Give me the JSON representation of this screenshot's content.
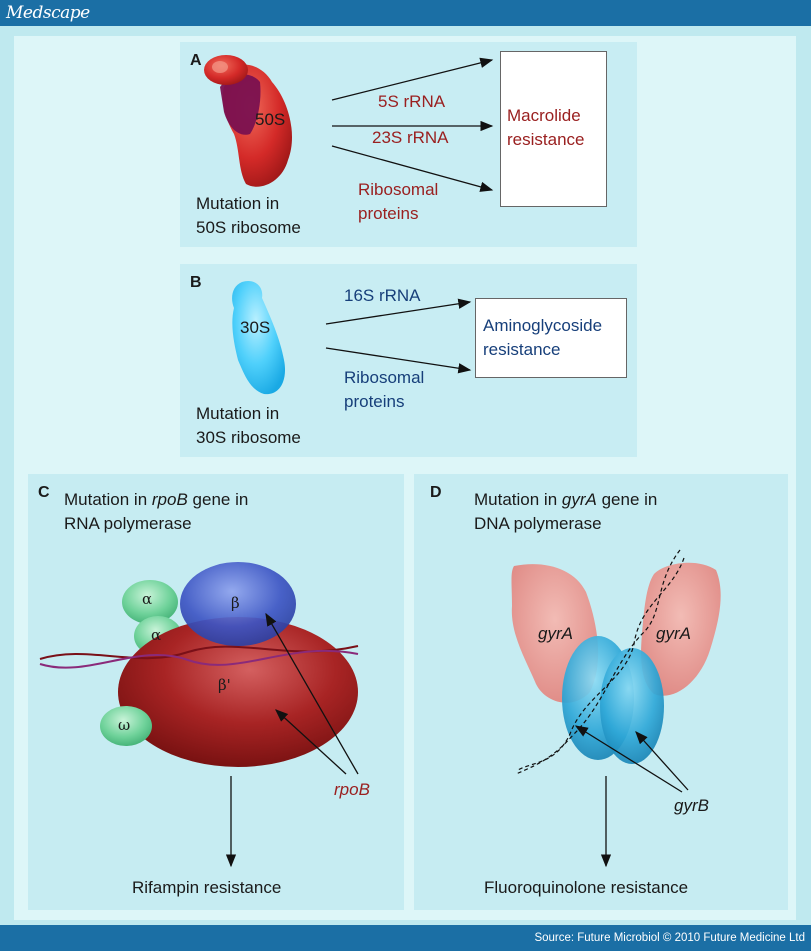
{
  "header": {
    "brand": "Medscape"
  },
  "footer": {
    "source": "Source: Future Microbiol © 2010 Future Medicine Ltd"
  },
  "panelA": {
    "letter": "A",
    "subunit": "50S",
    "arrow_labels": [
      "5S rRNA",
      "23S rRNA",
      "Ribosomal",
      "proteins"
    ],
    "result_lines": [
      "Macrolide",
      "resistance"
    ],
    "caption_lines": [
      "Mutation in",
      "50S ribosome"
    ]
  },
  "panelB": {
    "letter": "B",
    "subunit": "30S",
    "arrow_labels": [
      "16S rRNA",
      "Ribosomal",
      "proteins"
    ],
    "result_lines": [
      "Aminoglycoside",
      "resistance"
    ],
    "caption_lines": [
      "Mutation in",
      "30S ribosome"
    ]
  },
  "panelC": {
    "letter": "C",
    "title_pre": "Mutation in ",
    "title_gene": "rpoB",
    "title_post": " gene in",
    "title_line2": "RNA polymerase",
    "alpha": "α",
    "beta": "β",
    "beta_prime": "β'",
    "omega": "ω",
    "gene_label": "rpoB",
    "result": "Rifampin resistance"
  },
  "panelD": {
    "letter": "D",
    "title_pre": "Mutation in ",
    "title_gene": "gyrA",
    "title_post": " gene in",
    "title_line2": "DNA polymerase",
    "gyrA": "gyrA",
    "gyrB": "gyrB",
    "result": "Fluoroquinolone resistance"
  },
  "colors": {
    "header_bar": "#1b6fa5",
    "red_text": "#9a2020",
    "blue_text": "#173f7a",
    "background": "#bfe9ef"
  }
}
